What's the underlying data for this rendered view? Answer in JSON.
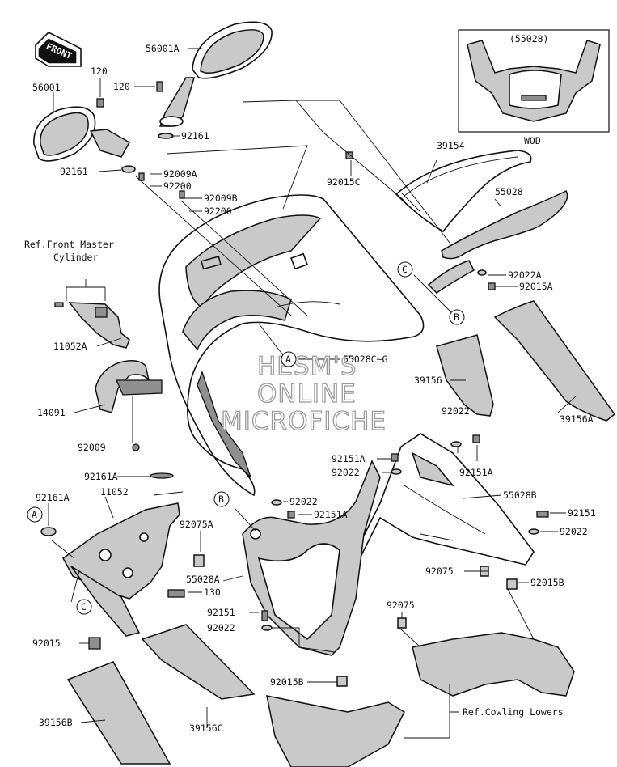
{
  "labels": {
    "p56001A": "56001A",
    "p56001": "56001",
    "p120a": "120",
    "p120b": "120",
    "p92161a": "92161",
    "p92161b": "92161",
    "p92009A": "92009A",
    "p92200a": "92200",
    "p92009B": "92009B",
    "p92200b": "92200",
    "p92015C": "92015C",
    "p39154": "39154",
    "p55028": "55028",
    "p92022A": "92022A",
    "p92015A": "92015A",
    "p55028CG": "55028C~G",
    "p39156": "39156",
    "p39156A": "39156A",
    "p11052A": "11052A",
    "p14091": "14091",
    "p92009": "92009",
    "p92022a": "92022",
    "p92151Aa": "92151A",
    "p92151Ab": "92151A",
    "p92022b": "92022",
    "p92161Aa": "92161A",
    "p92161Ab": "92161A",
    "p11052": "11052",
    "p92075A": "92075A",
    "p92022c": "92022",
    "p92151Ac": "92151A",
    "p55028B": "55028B",
    "p92151": "92151",
    "p92022d": "92022",
    "p130": "130",
    "p55028A": "55028A",
    "p92075a": "92075",
    "p92015B": "92015B",
    "p92075b": "92075",
    "p92151b": "92151",
    "p92022e": "92022",
    "p92015": "92015",
    "p92015Bb": "92015B",
    "p39156B": "39156B",
    "p39156C": "39156C"
  },
  "references": {
    "front_master_line1": "Ref.Front Master",
    "front_master_line2": "Cylinder",
    "cowling_lowers": "Ref.Cowling Lowers"
  },
  "inset": {
    "part_no": "(55028)",
    "caption": "WOD"
  },
  "front_arrow": "FRONT",
  "callouts": {
    "A1": "A",
    "A2": "A",
    "B1": "B",
    "B2": "B",
    "C1": "C",
    "C2": "C"
  },
  "watermark": {
    "line1": "HESM'S",
    "line2": "ONLINE",
    "line3": "MICROFICHE"
  }
}
